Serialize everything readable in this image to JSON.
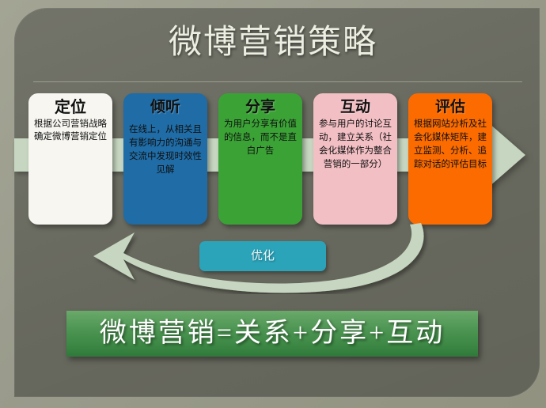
{
  "slide": {
    "title": "微博营销策略",
    "background_color": "#6b6c61",
    "frame_color": "#9a9b8c"
  },
  "process": {
    "band_color": "#c6d6c0",
    "steps": [
      {
        "id": "step-positioning",
        "title": "定位",
        "body": "根据公司营销战略确定微博营销定位",
        "color": "#f7f6f1"
      },
      {
        "id": "step-listening",
        "title": "倾听",
        "body": "在线上，从相关且有影响力的沟通与交流中发现时效性见解",
        "color": "#1f6ca6"
      },
      {
        "id": "step-sharing",
        "title": "分享",
        "body": "为用户分享有价值的信息，而不是直白广告",
        "color": "#3ba336"
      },
      {
        "id": "step-interaction",
        "title": "互动",
        "body": "参与用户的讨论互动，建立关系（社会化媒体作为整合营销的一部分）",
        "color": "#f2bfc4"
      },
      {
        "id": "step-evaluation",
        "title": "评估",
        "body": "根据网站分析及社会化媒体矩阵，建立监测、分析、追踪对话的评估目标",
        "color": "#fb6b00"
      }
    ]
  },
  "feedback": {
    "label": "优化",
    "color": "#2ba3b9",
    "arrow_color": "#c6d6c0"
  },
  "banner": {
    "text": "微博营销=关系+分享+互动",
    "color": "#4a9350"
  }
}
